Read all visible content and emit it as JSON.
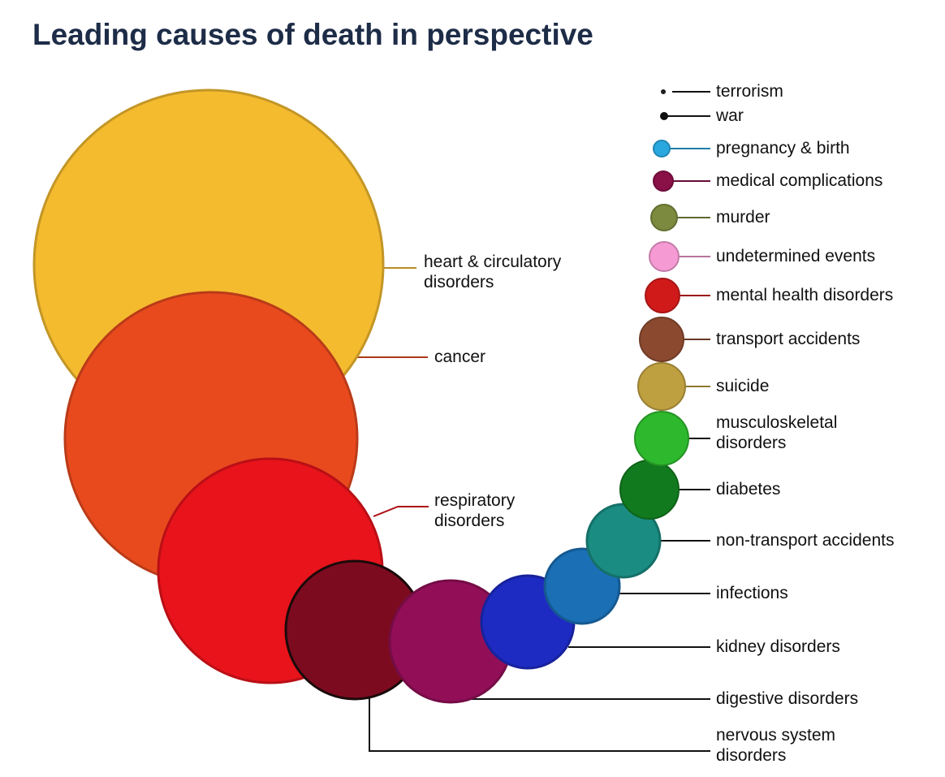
{
  "title": "Leading causes of death in perspective",
  "causes": [
    {
      "id": "terrorism",
      "lines": [
        "terrorism"
      ],
      "color": "#222222"
    },
    {
      "id": "war",
      "lines": [
        "war"
      ],
      "color": "#111111"
    },
    {
      "id": "pregnancy-birth",
      "lines": [
        "pregnancy & birth"
      ],
      "color": "#29a8e0"
    },
    {
      "id": "medical-complications",
      "lines": [
        "medical complications"
      ],
      "color": "#8a1048"
    },
    {
      "id": "murder",
      "lines": [
        "murder"
      ],
      "color": "#7b8a3e"
    },
    {
      "id": "undetermined-events",
      "lines": [
        "undetermined events"
      ],
      "color": "#f59ad3"
    },
    {
      "id": "mental-health-disorders",
      "lines": [
        "mental health disorders"
      ],
      "color": "#d01a1a"
    },
    {
      "id": "transport-accidents",
      "lines": [
        "transport accidents"
      ],
      "color": "#8b4a30"
    },
    {
      "id": "suicide",
      "lines": [
        "suicide"
      ],
      "color": "#bfa040"
    },
    {
      "id": "musculoskeletal-disorders",
      "lines": [
        "musculoskeletal",
        "disorders"
      ],
      "color": "#2db82d"
    },
    {
      "id": "diabetes",
      "lines": [
        "diabetes"
      ],
      "color": "#127a1e"
    },
    {
      "id": "non-transport-accidents",
      "lines": [
        "non-transport accidents"
      ],
      "color": "#1a8c82"
    },
    {
      "id": "infections",
      "lines": [
        "infections"
      ],
      "color": "#1a6fb5"
    },
    {
      "id": "kidney-disorders",
      "lines": [
        "kidney disorders"
      ],
      "color": "#1d2bc2"
    },
    {
      "id": "digestive-disorders",
      "lines": [
        "digestive disorders"
      ],
      "color": "#920f58"
    },
    {
      "id": "nervous-system-disorders",
      "lines": [
        "nervous system",
        "disorders"
      ],
      "color": "#7d0b1f"
    },
    {
      "id": "respiratory-disorders",
      "lines": [
        "respiratory",
        "disorders"
      ],
      "color": "#e8131b"
    },
    {
      "id": "cancer",
      "lines": [
        "cancer"
      ],
      "color": "#e84a1e"
    },
    {
      "id": "heart-circulatory-disorders",
      "lines": [
        "heart & circulatory",
        "disorders"
      ],
      "color": "#f4bb2f"
    }
  ]
}
